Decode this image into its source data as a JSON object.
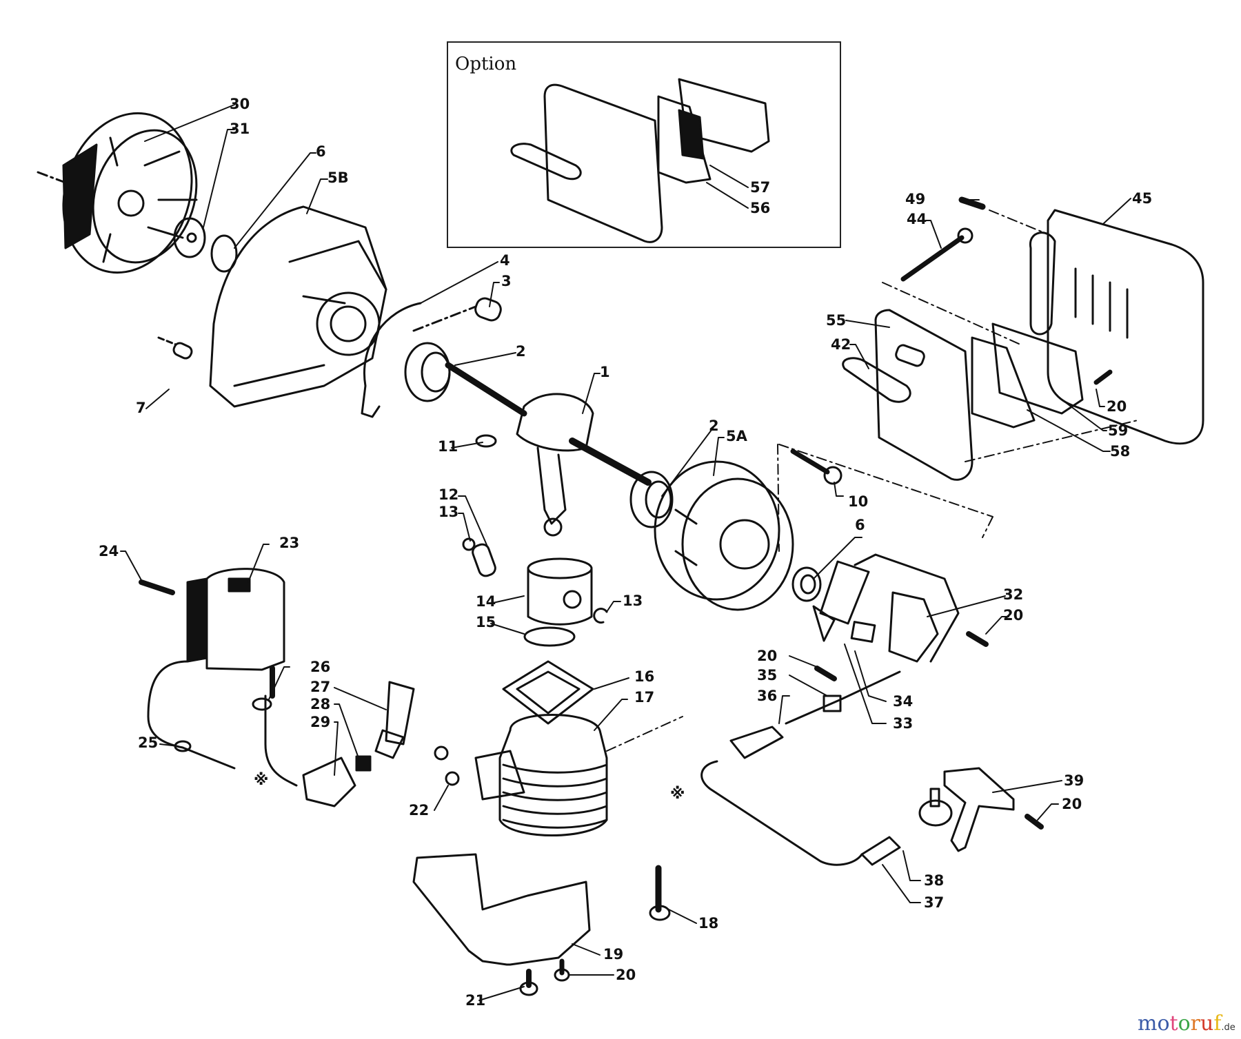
{
  "diagram": {
    "title": "Engine exploded parts diagram",
    "option_box": {
      "title": "Option",
      "labels": [
        "57",
        "56"
      ]
    },
    "callouts": [
      {
        "id": "30",
        "part": "flywheel"
      },
      {
        "id": "31",
        "part": "flywheel-nut"
      },
      {
        "id": "6",
        "part": "oil-seal"
      },
      {
        "id": "5B",
        "part": "crankcase-half-b"
      },
      {
        "id": "4",
        "part": "crankcase-gasket"
      },
      {
        "id": "3",
        "part": "dowel-sleeve"
      },
      {
        "id": "2",
        "part": "ball-bearing"
      },
      {
        "id": "7",
        "part": "pin"
      },
      {
        "id": "1",
        "part": "crankshaft"
      },
      {
        "id": "11",
        "part": "woodruff-key"
      },
      {
        "id": "12",
        "part": "piston-pin"
      },
      {
        "id": "13",
        "part": "circlip"
      },
      {
        "id": "14",
        "part": "piston"
      },
      {
        "id": "15",
        "part": "piston-ring"
      },
      {
        "id": "16",
        "part": "cylinder-gasket"
      },
      {
        "id": "17",
        "part": "cylinder"
      },
      {
        "id": "18",
        "part": "bolt"
      },
      {
        "id": "19",
        "part": "cylinder-cover"
      },
      {
        "id": "20",
        "part": "screw"
      },
      {
        "id": "21",
        "part": "screw"
      },
      {
        "id": "22",
        "part": "washer"
      },
      {
        "id": "23",
        "part": "ignition-coil"
      },
      {
        "id": "24",
        "part": "screw"
      },
      {
        "id": "25",
        "part": "grommet"
      },
      {
        "id": "26",
        "part": "grommet"
      },
      {
        "id": "27",
        "part": "spark-plug"
      },
      {
        "id": "28",
        "part": "spring"
      },
      {
        "id": "29",
        "part": "plug-cap"
      },
      {
        "id": "5A",
        "part": "crankcase-half-a"
      },
      {
        "id": "10",
        "part": "bolt"
      },
      {
        "id": "32",
        "part": "breaker-point"
      },
      {
        "id": "33",
        "part": "condenser"
      },
      {
        "id": "34",
        "part": "felt"
      },
      {
        "id": "35",
        "part": "clamp"
      },
      {
        "id": "36",
        "part": "lead-wire"
      },
      {
        "id": "37",
        "part": "lead-wire"
      },
      {
        "id": "38",
        "part": "stop-switch"
      },
      {
        "id": "39",
        "part": "switch-bracket"
      },
      {
        "id": "42",
        "part": "muffler-gasket"
      },
      {
        "id": "44",
        "part": "muffler-bolt"
      },
      {
        "id": "45",
        "part": "muffler-cover"
      },
      {
        "id": "49",
        "part": "screw"
      },
      {
        "id": "55",
        "part": "muffler"
      },
      {
        "id": "58",
        "part": "gasket"
      },
      {
        "id": "59",
        "part": "plate"
      }
    ],
    "connector_symbol": "※",
    "watermark": {
      "text": [
        "m",
        "o",
        "t",
        "o",
        "r",
        "u",
        "f"
      ],
      "suffix": ".de",
      "colors": [
        "#3b5ba8",
        "#3b5ba8",
        "#e0457b",
        "#3aa547",
        "#e07a28",
        "#d43a2a",
        "#e8b818"
      ]
    }
  }
}
